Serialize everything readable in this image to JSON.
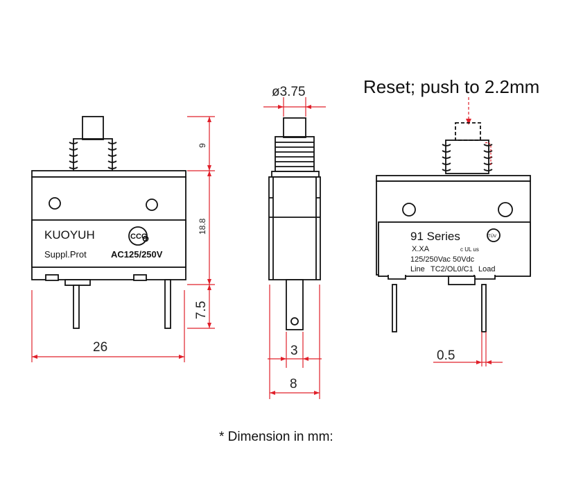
{
  "front_view": {
    "brand": "KUOYUH",
    "supplementary": "Suppl.Prot",
    "rating": "AC125/250V",
    "cert_mark": "CCC (S)",
    "dim_width": "26",
    "dim_button_height": "9",
    "dim_body_height": "18.8",
    "dim_terminal_length": "7.5"
  },
  "side_view": {
    "dim_button_diameter": "ø3.75",
    "dim_terminal_width": "3",
    "dim_body_width": "8"
  },
  "back_view": {
    "reset_note": "Reset; push to 2.2mm",
    "series": "91 Series",
    "model": "X.XA",
    "voltage": "125/250Vac 50Vdc",
    "line": "Line",
    "tc_code": "TC2/OL0/C1",
    "load": "Load",
    "ul_mark": "c UL us",
    "tuv_mark": "TÜV",
    "dim_terminal_thickness": "0.5"
  },
  "footnote": "* Dimension in mm:"
}
